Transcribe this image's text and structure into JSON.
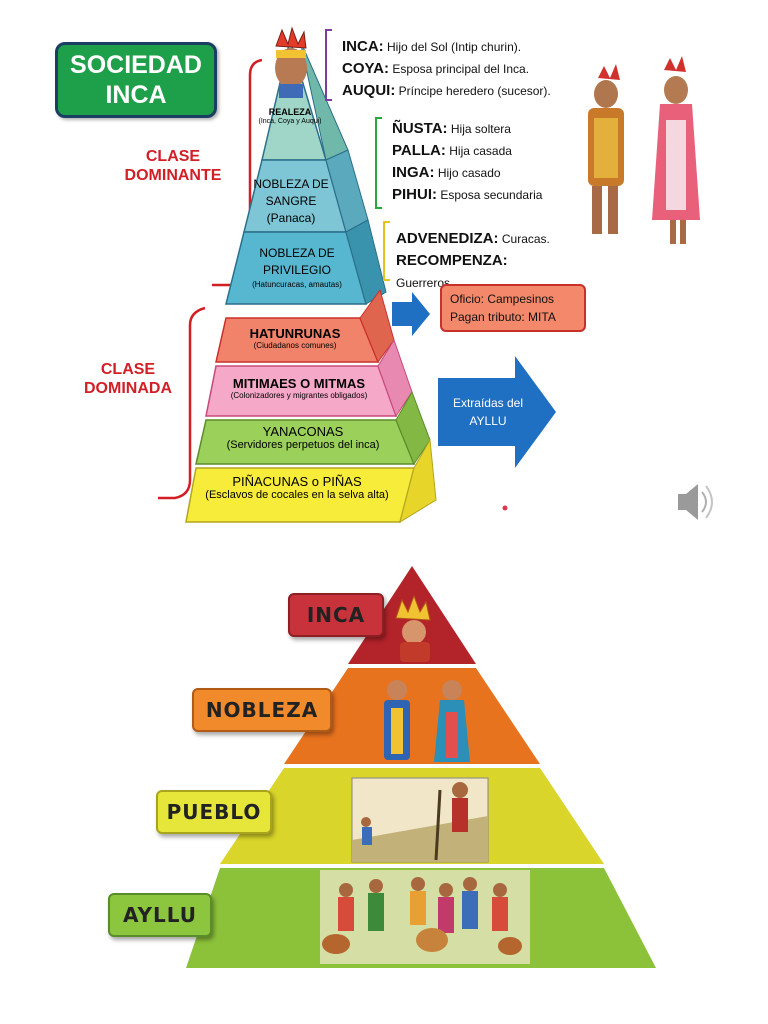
{
  "top": {
    "title_line1": "SOCIEDAD",
    "title_line2": "INCA",
    "clase_dominante": [
      "CLASE",
      "DOMINANTE"
    ],
    "clase_dominada": [
      "CLASE",
      "DOMINADA"
    ],
    "pyramid_levels": [
      {
        "name": "REALEZA",
        "sub": "(Inca, Coya y Auqui)",
        "color": "#9fd6c8"
      },
      {
        "name": "NOBLEZA DE SANGRE",
        "sub": "(Panaca)",
        "color": "#7ec6d6"
      },
      {
        "name": "NOBLEZA DE PRIVILEGIO",
        "sub": "(Hatuncuracas, amautas)",
        "color": "#58b7d0"
      },
      {
        "name": "HATUNRUNAS",
        "sub": "(Ciudadanos comunes)",
        "color": "#f2836b"
      },
      {
        "name": "MITIMAES O MITMAS",
        "sub": "(Colonizadores y migrantes obligados)",
        "color": "#f5a8c8"
      },
      {
        "name": "YANACONAS",
        "sub": "(Servidores perpetuos del inca)",
        "color": "#9bd05a"
      },
      {
        "name": "PIÑACUNAS o PIÑAS",
        "sub": "(Esclavos de cocales en la selva alta)",
        "color": "#f7ec3a"
      }
    ],
    "realeza_defs": [
      {
        "term": "INCA:",
        "desc": "Hijo del Sol (Intip churin)."
      },
      {
        "term": "COYA:",
        "desc": "Esposa principal del Inca."
      },
      {
        "term": "AUQUI:",
        "desc": "Príncipe heredero (sucesor)."
      }
    ],
    "nobleza_defs": [
      {
        "term": "ÑUSTA:",
        "desc": "Hija soltera"
      },
      {
        "term": "PALLA:",
        "desc": "Hija casada"
      },
      {
        "term": "INGA:",
        "desc": "Hijo casado"
      },
      {
        "term": "PIHUI:",
        "desc": "Esposa secundaria"
      }
    ],
    "privilegio_defs": [
      {
        "term": "ADVENEDIZA:",
        "desc": "Curacas."
      },
      {
        "term": "RECOMPENZA:",
        "desc": "Guerreros,"
      }
    ],
    "oficio_box": [
      "Oficio: Campesinos",
      "Pagan tributo: MITA"
    ],
    "arrow_text": [
      "Extraídas del",
      "AYLLU"
    ]
  },
  "bottom": {
    "levels": [
      {
        "label": "INCA",
        "label_color": "#c8323a",
        "band_color": "#b3232a"
      },
      {
        "label": "NOBLEZA",
        "label_color": "#f08a2a",
        "band_color": "#e8731f"
      },
      {
        "label": "PUEBLO",
        "label_color": "#e6e63a",
        "band_color": "#d9d52a"
      },
      {
        "label": "AYLLU",
        "label_color": "#8cc63f",
        "band_color": "#8cc13a"
      }
    ]
  }
}
